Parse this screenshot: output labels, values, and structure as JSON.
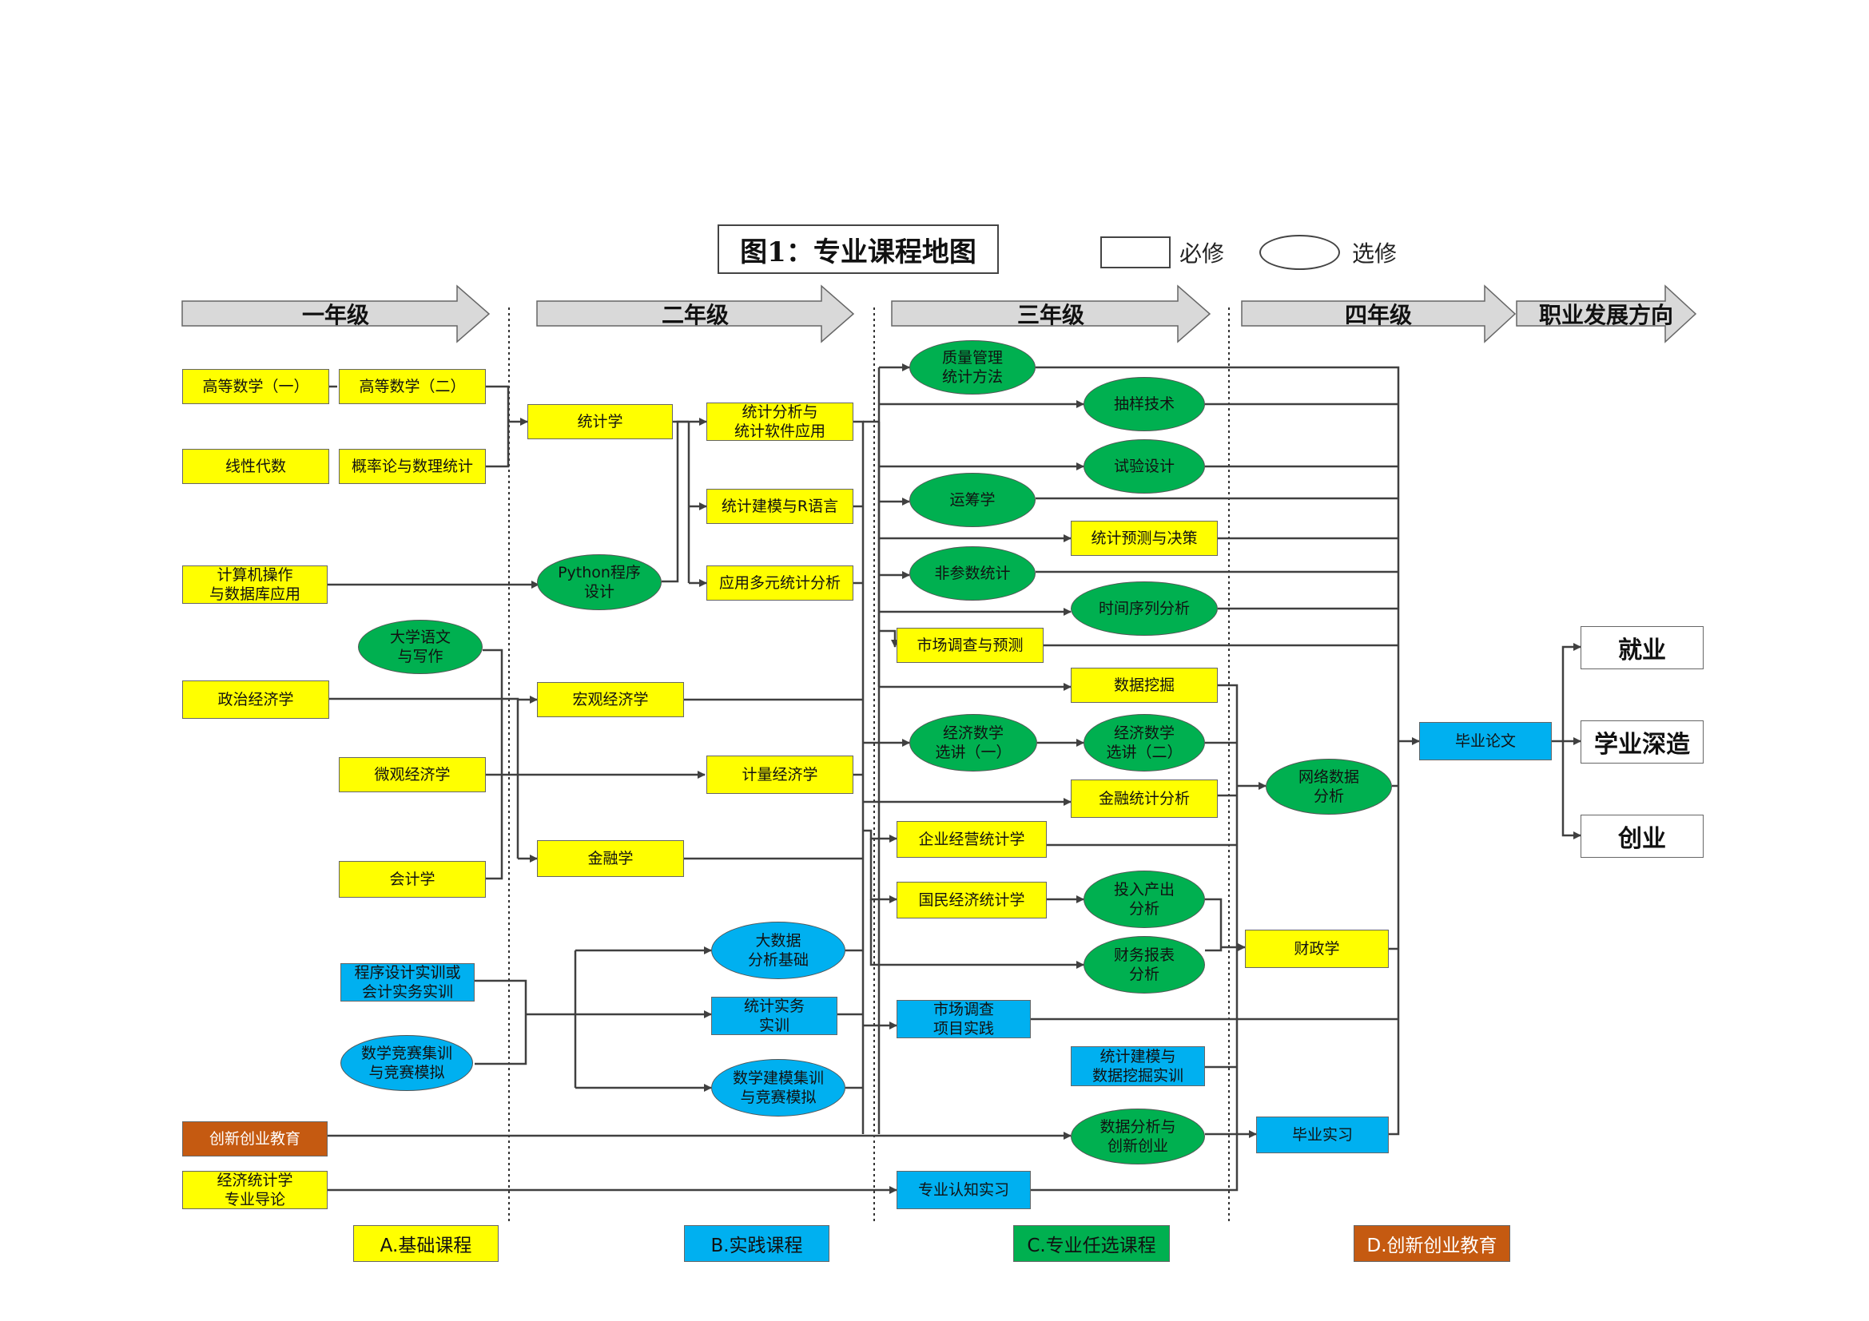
{
  "title": "图1：专业课程地图",
  "legend": {
    "required": "必修",
    "elective": "选修"
  },
  "years": [
    "一年级",
    "二年级",
    "三年级",
    "四年级",
    "职业发展方向"
  ],
  "outcomes": [
    "就业",
    "学业深造",
    "创业"
  ],
  "categories": {
    "a": "A.基础课程",
    "b": "B.实践课程",
    "c": "C.专业任选课程",
    "d": "D.创新创业教育"
  },
  "colors": {
    "yellow": "#ffff00",
    "blue": "#00b0f0",
    "green": "#00b050",
    "orange": "#c55a11",
    "banner": "#d9d9d9",
    "line": "#404040"
  },
  "courses": {
    "gdsx1": "高等数学（一）",
    "gdsx2": "高等数学（二）",
    "xxds": "线性代数",
    "gll": "概率论与数理统计",
    "jsj": "计算机操作\n与数据库应用",
    "dxyw": "大学语文\n与写作",
    "zzjj": "政治经济学",
    "wgjj": "微观经济学",
    "kjx": "会计学",
    "cxsx": "程序设计实训或\n会计实务实训",
    "sxjs": "数学竞赛集训\n与竞赛模拟",
    "cxcy": "创新创业教育",
    "zydl": "经济统计学\n专业导论",
    "tjx": "统计学",
    "python": "Python程序\n设计",
    "hgjj": "宏观经济学",
    "jrx": "金融学",
    "tjfx": "统计分析与\n统计软件应用",
    "tjjm": "统计建模与R语言",
    "yydy": "应用多元统计分析",
    "jljj": "计量经济学",
    "dsj": "大数据\n分析基础",
    "tjsw": "统计实务\n实训",
    "sxjm": "数学建模集训\n与竞赛模拟",
    "zlgl": "质量管理\n统计方法",
    "cyjs": "抽样技术",
    "syjs": "试验设计",
    "ycx": "运筹学",
    "tjyc": "统计预测与决策",
    "fcs": "非参数统计",
    "sjxl": "时间序列分析",
    "scdc": "市场调查与预测",
    "sjwj": "数据挖掘",
    "jjsx1": "经济数学\n选讲（一）",
    "jjsx2": "经济数学\n选讲（二）",
    "jrtj": "金融统计分析",
    "qyjy": "企业经营统计学",
    "gmjj": "国民经济统计学",
    "trcc": "投入产出\n分析",
    "cwbb": "财务报表\n分析",
    "scdcxm": "市场调查\n项目实践",
    "tjjmsx": "统计建模与\n数据挖掘实训",
    "sjfxcy": "数据分析与\n创新创业",
    "zyrz": "专业认知实习",
    "wlsj": "网络数据\n分析",
    "czx": "财政学",
    "bysx": "毕业实习",
    "bylw": "毕业论文"
  }
}
